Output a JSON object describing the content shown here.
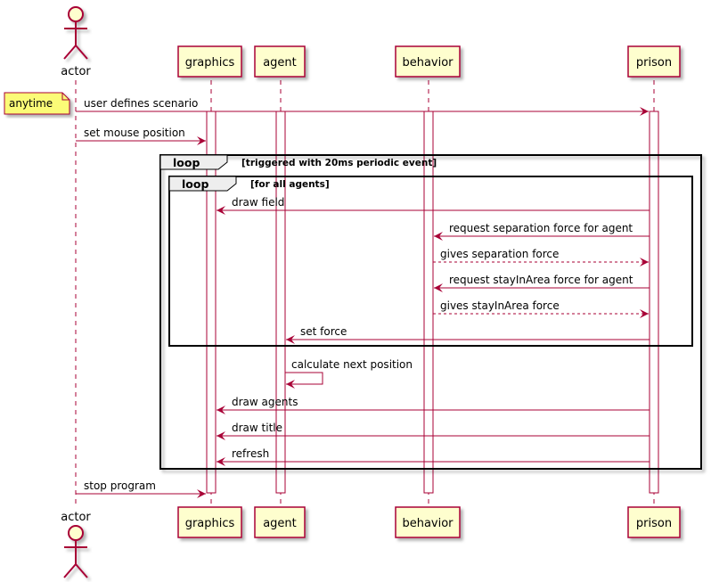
{
  "participants": {
    "actor": "actor",
    "graphics": "graphics",
    "agent": "agent",
    "behavior": "behavior",
    "prison": "prison"
  },
  "note": "anytime",
  "loops": {
    "outer": {
      "keyword": "loop",
      "condition": "[triggered with 20ms periodic event]"
    },
    "inner": {
      "keyword": "loop",
      "condition": "[for all agents]"
    }
  },
  "messages": [
    "user defines scenario",
    "set mouse position",
    "draw field",
    "request separation force for agent",
    "gives separation force",
    "request stayInArea force for agent",
    "gives stayInArea force",
    "set force",
    "calculate next position",
    "draw agents",
    "draw title",
    "refresh",
    "stop program"
  ],
  "colors": {
    "arrow": "#A80036",
    "box_fill": "#FEFECE",
    "note_fill": "#FBFB77",
    "lifeline": "#A80036"
  }
}
